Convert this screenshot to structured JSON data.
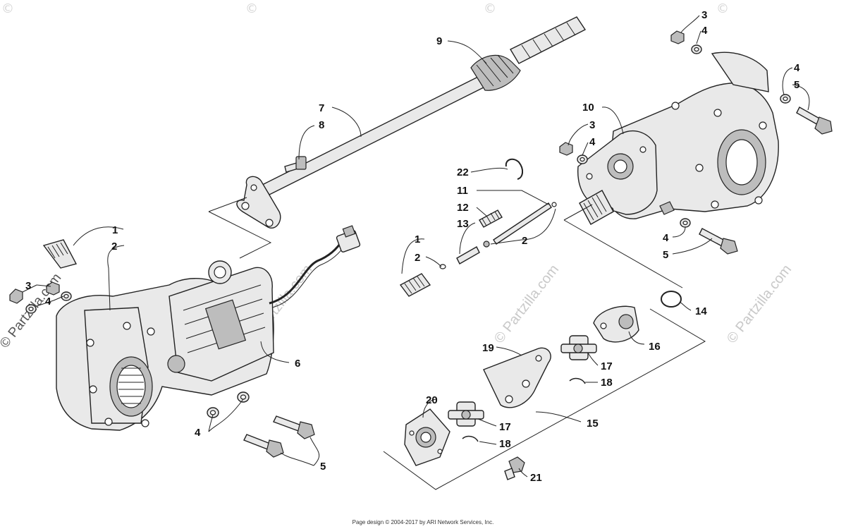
{
  "watermark": {
    "text": "© Partzilla.com",
    "corner_mark": "©"
  },
  "footer": {
    "text": "Page design © 2004-2017 by ARI Network Services, Inc."
  },
  "callouts": {
    "c1_left": "1",
    "c2_left": "2",
    "c3_left": "3",
    "c4_left_a": "4",
    "c4_left_b": "4",
    "c5_left": "5",
    "c6": "6",
    "c7": "7",
    "c8": "8",
    "c9": "9",
    "c10": "10",
    "c3_top": "3",
    "c4_top": "4",
    "c4_right": "4",
    "c5_right": "5",
    "c3_mid": "3",
    "c4_mid": "4",
    "c4_low": "4",
    "c5_low": "5",
    "c22": "22",
    "c11": "11",
    "c12": "12",
    "c13": "13",
    "c1_mid": "1",
    "c2_mid_a": "2",
    "c2_mid_b": "2",
    "c14": "14",
    "c16": "16",
    "c19": "19",
    "c17_a": "17",
    "c18_a": "18",
    "c20": "20",
    "c17_b": "17",
    "c18_b": "18",
    "c15": "15",
    "c21": "21"
  }
}
